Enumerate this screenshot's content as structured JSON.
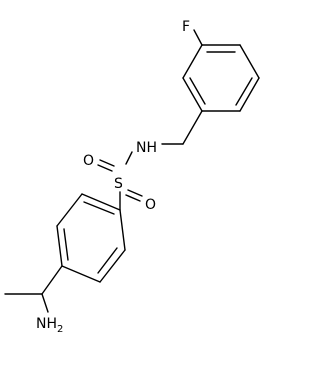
{
  "molecule": {
    "atoms": {
      "fluorine": "F",
      "amide_nitrogen": "NH",
      "sulfur": "S",
      "oxygen_upper": "O",
      "oxygen_lower": "O",
      "amine": "NH",
      "amine_subscript": "2"
    },
    "colors": {
      "bond": "#000000",
      "text": "#000000",
      "background": "#ffffff"
    }
  }
}
